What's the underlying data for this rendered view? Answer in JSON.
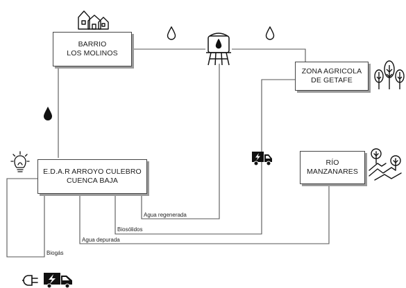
{
  "nodes": {
    "barrio": {
      "line1": "BARRIO",
      "line2": "LOS MOLINOS"
    },
    "zona": {
      "line1": "ZONA AGRICOLA",
      "line2": "DE GETAFE"
    },
    "edar": {
      "line1": "E.D.A.R ARROYO CULEBRO",
      "line2": "CUENCA BAJA"
    },
    "rio": {
      "line1": "RÍO",
      "line2": "MANZANARES"
    }
  },
  "flow_labels": {
    "agua_regenerada": "Agua regenerada",
    "biosolidos": "Biosólidos",
    "agua_depurada": "Agua depurada",
    "biogas": "Biogás"
  },
  "colors": {
    "line": "#555555",
    "box_border": "#444444",
    "box_shadow": "#9a9a9a",
    "icon": "#111111"
  },
  "icons": [
    "houses-icon",
    "water-drop-icon",
    "water-tower-icon",
    "trees-icon",
    "lightbulb-icon",
    "electric-truck-icon",
    "river-trees-icon",
    "plug-icon"
  ]
}
